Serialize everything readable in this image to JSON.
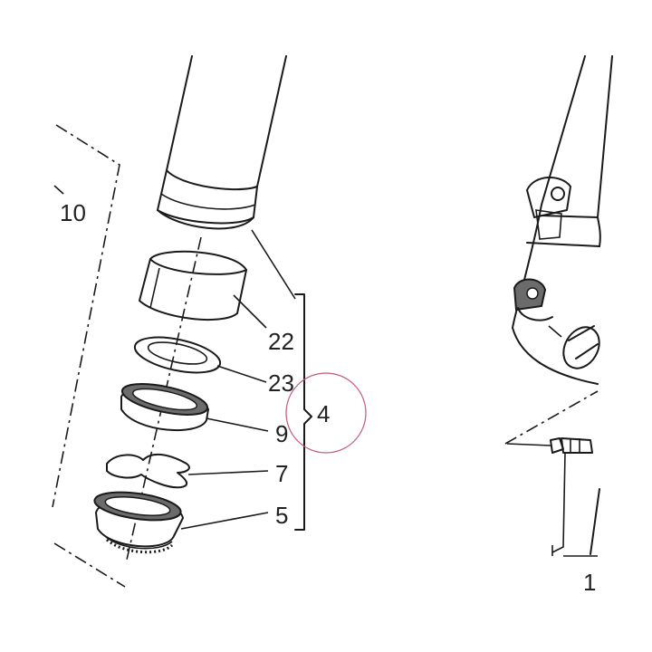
{
  "callouts": {
    "c10": "10",
    "c22": "22",
    "c23": "23",
    "c9": "9",
    "c7": "7",
    "c5": "5",
    "c4": "4",
    "c1": "1"
  },
  "colors": {
    "line": "#1a1a1a",
    "seal_dark": "#6b6b6b",
    "seal_fill": "#bdbdbd",
    "highlight_circle": "#c25a75"
  }
}
